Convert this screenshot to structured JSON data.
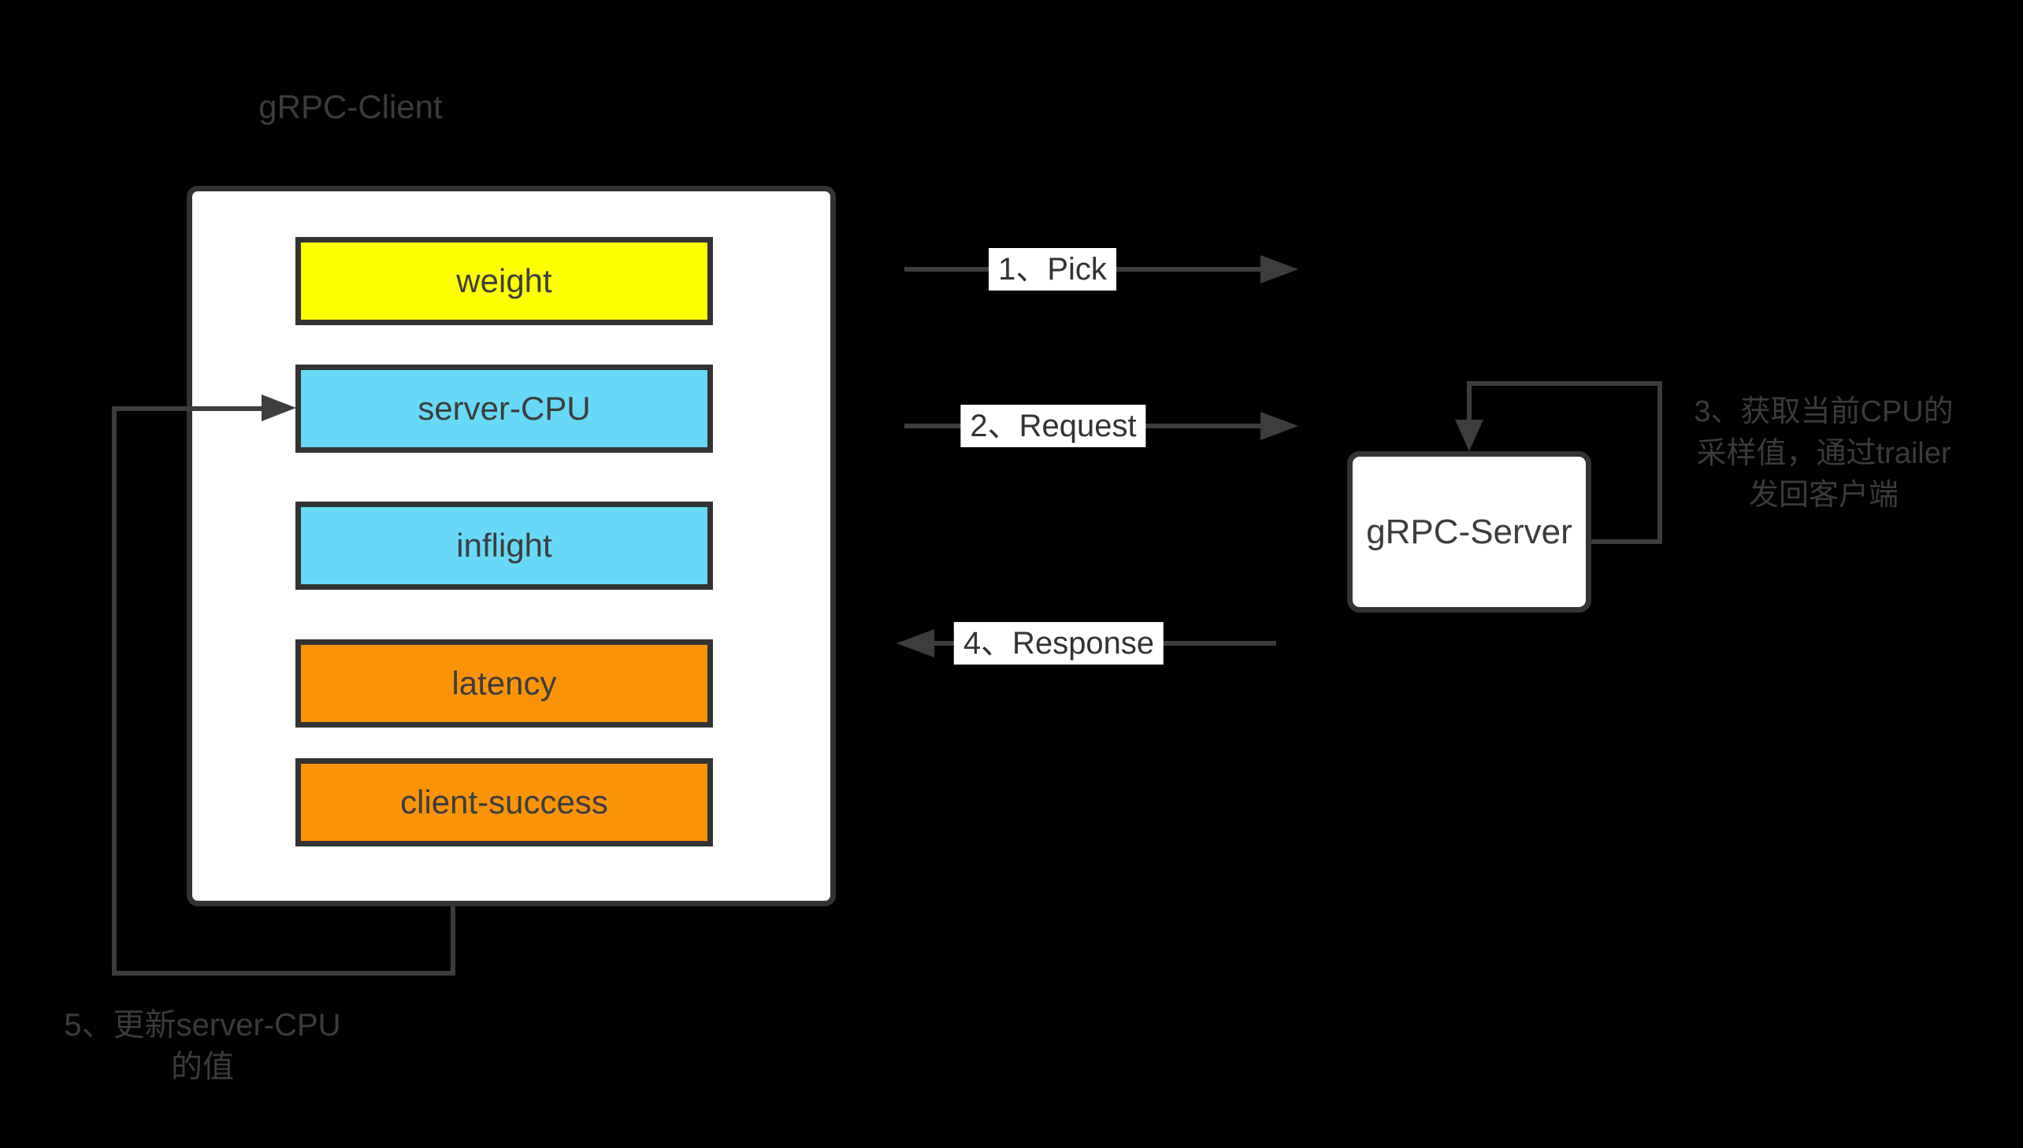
{
  "diagram_title": "gRPC load-balancing flow",
  "colors": {
    "background": "#000000",
    "panel": "#ffffff",
    "border": "#333333",
    "line": "#3d3d3d",
    "text_dark": "#3d3d3d",
    "annotation_text": "#3b3b3b",
    "node_yellow": "#ffff00",
    "node_cyan": "#67d9f7",
    "node_orange": "#f99408"
  },
  "client": {
    "label": "gRPC-Client",
    "nodes": [
      {
        "label": "weight",
        "color": "#ffff00"
      },
      {
        "label": "server-CPU",
        "color": "#67d9f7"
      },
      {
        "label": "inflight",
        "color": "#67d9f7"
      },
      {
        "label": "latency",
        "color": "#f99408"
      },
      {
        "label": "client-success",
        "color": "#f99408"
      }
    ]
  },
  "server": {
    "label": "gRPC-Server"
  },
  "arrows": [
    {
      "label": "1、Pick",
      "direction": "right",
      "from": "gRPC-Client",
      "to": "gRPC-Server"
    },
    {
      "label": "2、Request",
      "direction": "right",
      "from": "gRPC-Client",
      "to": "gRPC-Server"
    },
    {
      "label": "4、Response",
      "direction": "left",
      "from": "gRPC-Server",
      "to": "gRPC-Client"
    }
  ],
  "annotations": {
    "server_note": {
      "lines": [
        "3、获取当前CPU的",
        "采样值，通过trailer",
        "发回客户端"
      ]
    },
    "update_note": {
      "lines": [
        "5、更新server-CPU",
        "的值"
      ]
    }
  }
}
